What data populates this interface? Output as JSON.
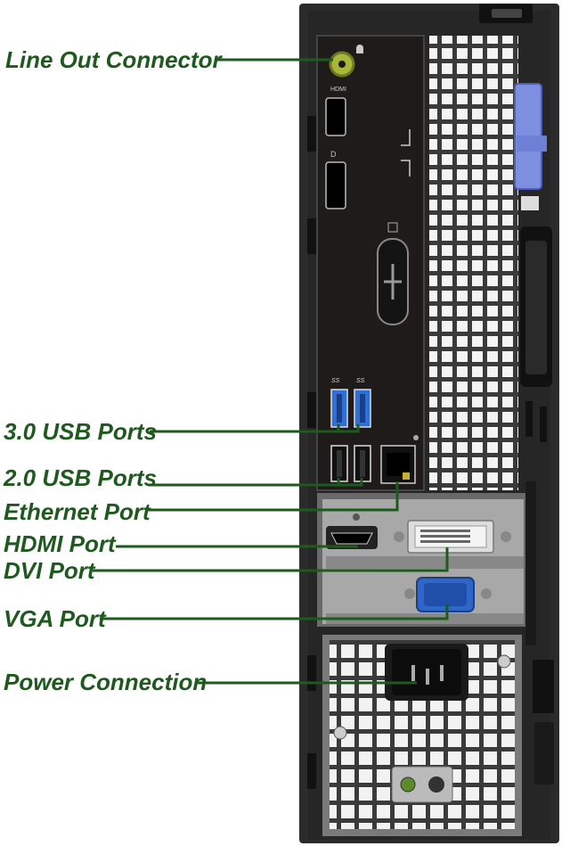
{
  "labels": {
    "line_out": "Line Out Connector",
    "usb3": "3.0 USB Ports",
    "usb2": "2.0 USB Ports",
    "ethernet": "Ethernet Port",
    "hdmi": "HDMI Port",
    "dvi": "DVI Port",
    "vga": "VGA Port",
    "power": "Power Connection"
  },
  "panel_markings": {
    "hdmi": "HDMI",
    "usb_ss": "SS"
  },
  "colors": {
    "label_text": "#1e5a1e",
    "leader_line": "#1e5a1e",
    "chassis": "#2b2b2b",
    "io_panel": "#1f1b1a",
    "usb3_blue": "#2f6fd8",
    "vga_blue": "#2f66c8",
    "latch_blue": "#7f8fe0",
    "line_out_green": "#a8b63a"
  }
}
